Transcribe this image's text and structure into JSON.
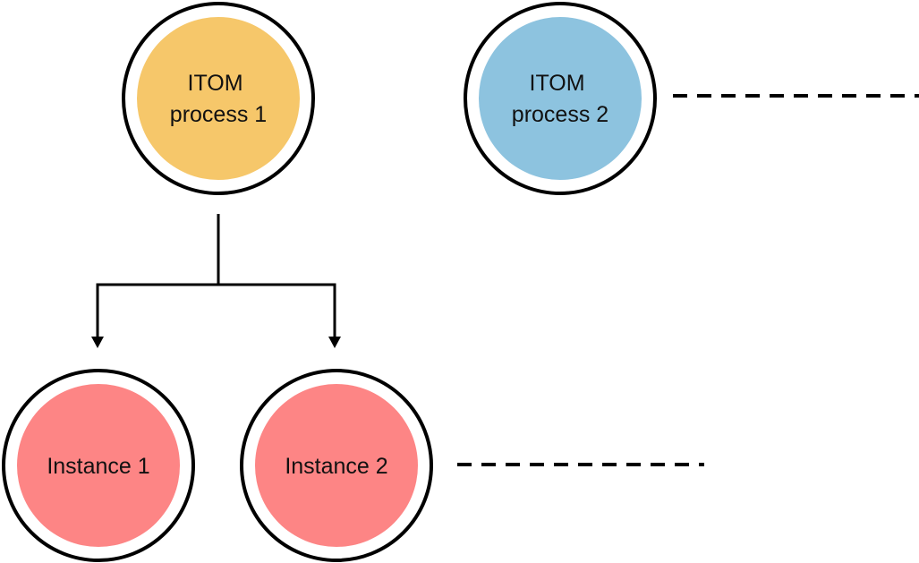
{
  "diagram": {
    "nodes": [
      {
        "id": "process-1",
        "lines": [
          "ITOM",
          "process 1"
        ],
        "fill": "#F6C76A"
      },
      {
        "id": "process-2",
        "lines": [
          "ITOM",
          "process 2"
        ],
        "fill": "#8DC3DF"
      },
      {
        "id": "instance-1",
        "lines": [
          "Instance 1"
        ],
        "fill": "#FD8585"
      },
      {
        "id": "instance-2",
        "lines": [
          "Instance 2"
        ],
        "fill": "#FD8585"
      }
    ],
    "colors": {
      "ring": "#000000",
      "ring_fill": "#ffffff",
      "connector": "#000000",
      "text": "#111111"
    }
  }
}
